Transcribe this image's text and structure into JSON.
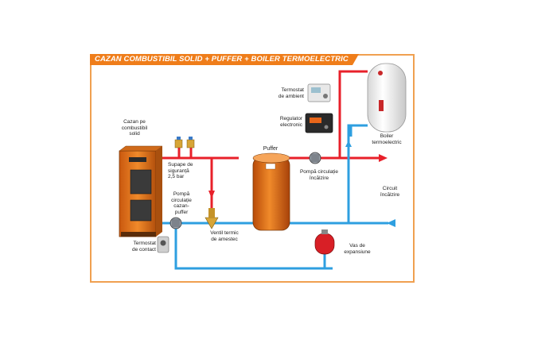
{
  "title": "CAZAN COMBUSTIBIL SOLID + PUFFER + BOILER TERMOELECTRIC",
  "labels": {
    "cazan": "Cazan pe\ncombustibil\nsolid",
    "supape": "Supape de\nsiguranță\n2,5 bar",
    "pompa_cazan": "Pompă\ncirculație\ncazan-\npuffer",
    "termostat_contact": "Termostat\nde contact",
    "ventil": "Ventil termic\nde amestec",
    "puffer": "Puffer",
    "termostat_ambient": "Termostat\nde ambient",
    "regulator": "Regulator\nelectronic",
    "pompa_incalzire": "Pompă circulație\nîncălzire",
    "boiler": "Boiler\ntermoelectric",
    "circuit": "Circuit\nîncălzire",
    "vas": "Vas de\nexpansiune"
  },
  "colors": {
    "hot": "#e8202a",
    "cold": "#2e9fe0",
    "accent": "#ef7d1a",
    "boiler_body": "#e87722",
    "puffer_body": "#e06a10",
    "vessel": "#d81f26"
  },
  "icons": {
    "boiler_unit": "solid-fuel-boiler",
    "buffer_tank": "puffer-tank",
    "water_heater": "electric-water-heater",
    "expansion_vessel": "expansion-vessel",
    "pump": "circulation-pump",
    "valve": "mixing-valve",
    "thermostat": "room-thermostat",
    "controller": "electronic-regulator"
  }
}
